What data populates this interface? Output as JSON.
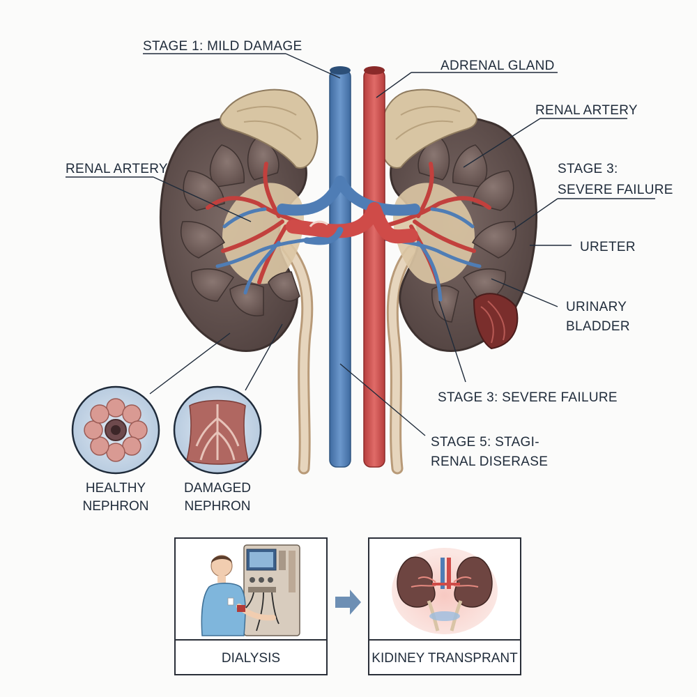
{
  "labels": {
    "stage1": "STAGE 1: MILD DAMAGE",
    "adrenal": "ADRENAL GLAND",
    "renal_artery_right": "RENAL ARTERY",
    "renal_artery_left": "RENAL ARTERY",
    "stage3_right_line1": "STAGE 3:",
    "stage3_right_line2": "SEVERE FAILURE",
    "ureter": "URETER",
    "bladder_line1": "URINARY",
    "bladder_line2": "BLADDER",
    "stage3_bottom": "STAGE 3: SEVERE FAILURE",
    "stage5_line1": "STAGE 5: STAGI-",
    "stage5_line2": "RENAL DISERASE"
  },
  "insets": {
    "healthy_line1": "HEALTHY",
    "healthy_line2": "NEPHRON",
    "damaged_line1": "DAMAGED",
    "damaged_line2": "NEPHRON"
  },
  "treatments": {
    "dialysis": "DIALYSIS",
    "transplant": "KIDINEY TRANSPRANT"
  },
  "colors": {
    "vein": "#4f7db5",
    "artery": "#d2514f",
    "kidney": "#5e4d4a",
    "adrenal": "#d8c5a3",
    "ureter": "#d9c4a6",
    "background": "#fbfbfa",
    "text": "#1f2b3a"
  }
}
